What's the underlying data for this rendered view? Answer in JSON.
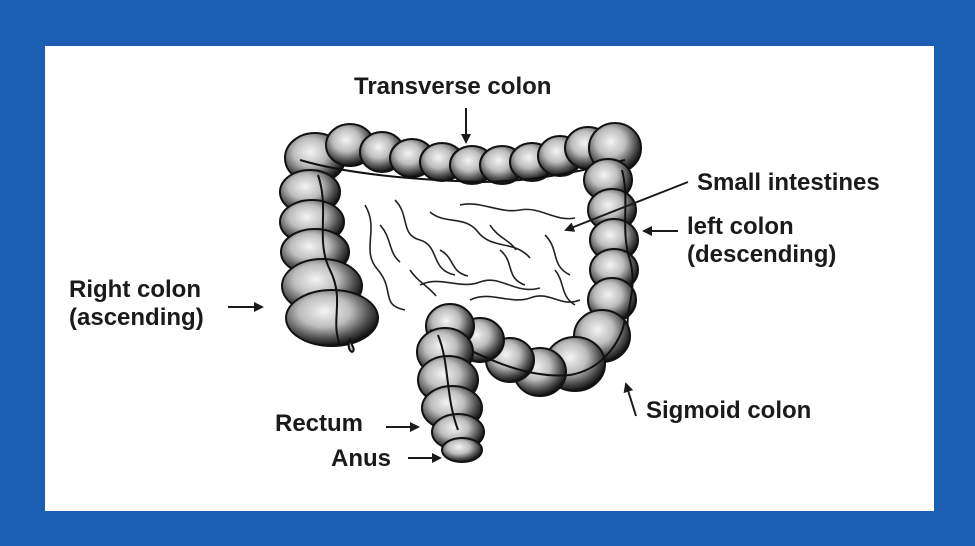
{
  "colors": {
    "frame": "#1a5fb4",
    "panel": "#ffffff",
    "text": "#1a1a1a",
    "organ_light": "#efefef",
    "organ_dark": "#111111"
  },
  "labels": {
    "transverse_colon": "Transverse colon",
    "small_intestines": "Small intestines",
    "left_colon_line1": "left colon",
    "left_colon_line2": "(descending)",
    "right_colon_line1": "Right colon",
    "right_colon_line2": "(ascending)",
    "sigmoid_colon": "Sigmoid colon",
    "rectum": "Rectum",
    "anus": "Anus"
  }
}
